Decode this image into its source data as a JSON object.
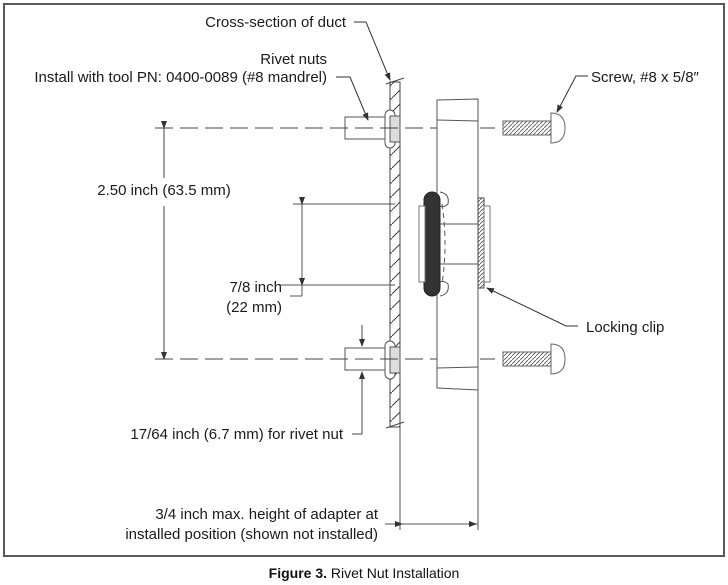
{
  "figure": {
    "caption_number": "Figure 3.",
    "caption_title": "Rivet Nut Installation"
  },
  "labels": {
    "duct": "Cross-section of duct",
    "rivet_nuts": "Rivet nuts",
    "tool": "Install with tool PN: 0400-0089 (#8 mandrel)",
    "screw": "Screw, #8 x 5/8″",
    "spacing_outer": "2.50 inch (63.5 mm)",
    "spacing_inner_line1": "7/8 inch",
    "spacing_inner_line2": "(22 mm)",
    "locking_clip": "Locking clip",
    "rivet_hole": "17/64  inch (6.7 mm) for rivet nut",
    "adapter_height_line1": "3/4 inch max. height of adapter at",
    "adapter_height_line2": "installed position (shown not installed)"
  },
  "colors": {
    "line": "#3a3a3a",
    "gasket": "#333333",
    "frame": "#5a5a5a"
  }
}
